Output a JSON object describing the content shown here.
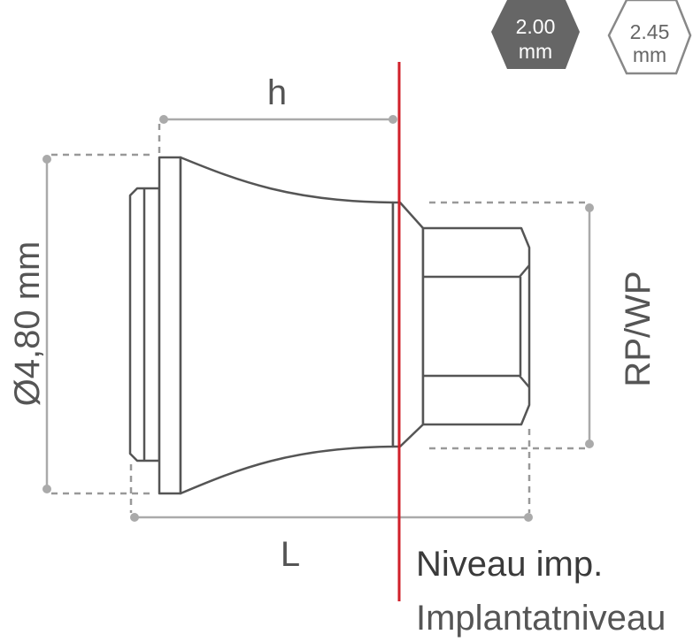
{
  "hex_badges": [
    {
      "line1": "2.00",
      "line2": "mm",
      "style": "filled",
      "fill": "#666666"
    },
    {
      "line1": "2.45",
      "line2": "mm",
      "style": "outline",
      "stroke": "#888888"
    }
  ],
  "dimensions": {
    "height_label": "h",
    "length_label": "L",
    "diameter_label": "Ø4,80 mm",
    "connection_label": "RP/WP"
  },
  "implant_level": {
    "label_primary": "Niveau imp.",
    "label_secondary": "Implantatniveau",
    "line_color": "#d0202a"
  },
  "colors": {
    "outline": "#555555",
    "dimension_line": "#aaaaaa",
    "dashed": "#999999"
  }
}
